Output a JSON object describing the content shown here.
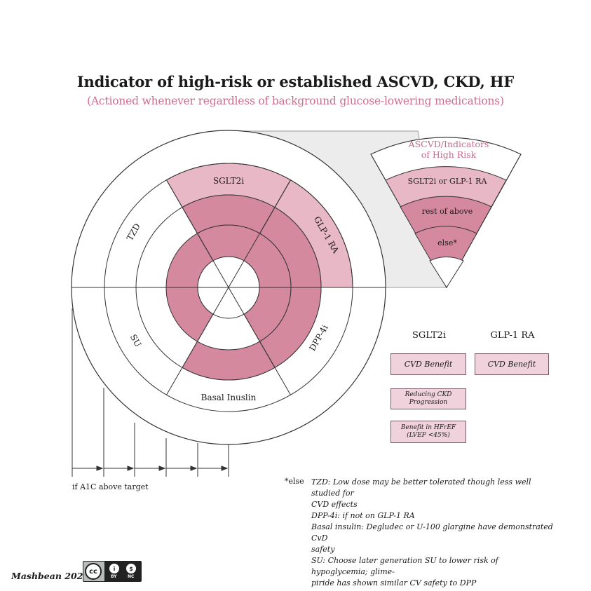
{
  "title": "Indicator of high-risk or established ASCVD, CKD, HF",
  "subtitle": "(Actioned whenever regardless of background glucose-lowering medications)",
  "wheel": {
    "segments": {
      "sglt2i": "SGLT2i",
      "glp1ra": "GLP-1 RA",
      "tzd": "TZD",
      "su": "SU",
      "dpp4i": "DPP-4i",
      "basal_insulin": "Basal Inuslin"
    }
  },
  "legend_fan": {
    "title_line1": "ASCVD/Indicators",
    "title_line2": "of High Risk",
    "tier1": "SGLT2i or GLP-1 RA",
    "tier2": "rest of above",
    "tier3": "else*"
  },
  "benefits": {
    "sglt2i_header": "SGLT2i",
    "glp1ra_header": "GLP-1 RA",
    "sglt2i_boxes": [
      {
        "line1": "CVD Benefit",
        "line2": ""
      },
      {
        "line1": "Reducing CKD",
        "line2": "Progression"
      },
      {
        "line1": "Benefit in HFrEF",
        "line2": "(LVEF <45%)"
      }
    ],
    "glp1ra_boxes": [
      {
        "line1": "CVD Benefit",
        "line2": ""
      }
    ]
  },
  "a1c_label": "if A1C above target",
  "footnote": {
    "key": "*else",
    "lines": [
      "TZD: Low dose may be better tolerated though less well studied for",
      "CVD effects",
      "DPP-4i: if not on GLP-1 RA",
      "Basal insulin: Degludec or U-100 glargine have demonstrated CvD",
      "safety",
      "SU: Choose later generation SU to lower risk of hypoglycemia; glime-",
      "piride has shown similar CV safety to DPP"
    ]
  },
  "credit": "Mashbean 2021",
  "license": {
    "cc": "cc",
    "by": "BY",
    "nc": "NC",
    "by_glyph": "i",
    "nc_glyph": "$"
  },
  "colors": {
    "pink_light": "#e8b8c6",
    "pink_mid": "#d4899e",
    "pink_text": "#cf6f8c",
    "panel_grey": "#ececec",
    "box_fill": "#f0d2dc"
  }
}
